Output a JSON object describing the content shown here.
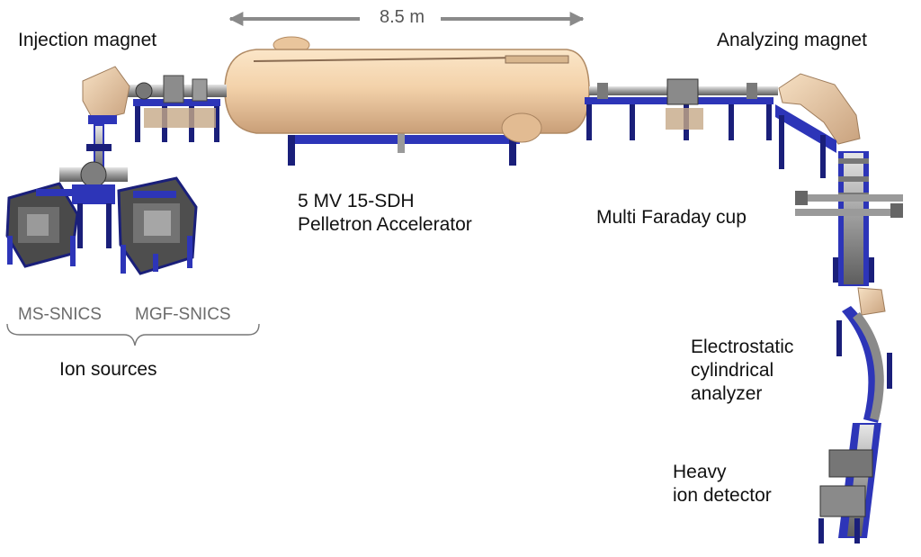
{
  "dimension": {
    "length_label": "8.5 m"
  },
  "labels": {
    "injection_magnet": "Injection magnet",
    "analyzing_magnet": "Analyzing magnet",
    "accelerator_line1": "5 MV 15-SDH",
    "accelerator_line2": "Pelletron Accelerator",
    "faraday_cup": "Multi Faraday cup",
    "ms_snics": "MS-SNICS",
    "mgf_snics": "MGF-SNICS",
    "ion_sources": "Ion sources",
    "eca_line1": "Electrostatic",
    "eca_line2": "cylindrical",
    "eca_line3": "analyzer",
    "detector_line1": "Heavy",
    "detector_line2": "ion detector"
  },
  "colors": {
    "tank": "#f1cfa6",
    "tank_shadow": "#c9a27a",
    "frame": "#2d35b8",
    "frame_dark": "#1a1f7a",
    "pipe": "#9a9a9a",
    "arrow": "#8a8a8a"
  }
}
